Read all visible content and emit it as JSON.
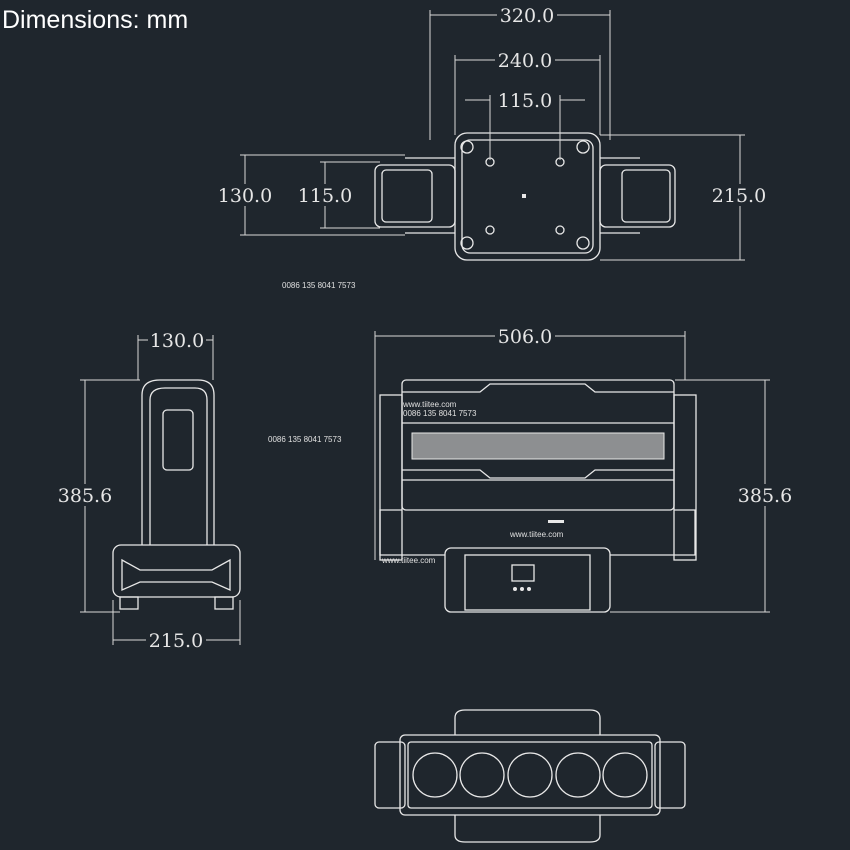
{
  "title": "Dimensions: mm",
  "top_view": {
    "width_outer": "320.0",
    "width_mid": "240.0",
    "width_inner": "115.0",
    "depth_left": "130.0",
    "depth_inner": "115.0",
    "depth_right": "215.0"
  },
  "side_view": {
    "arm_width": "130.0",
    "height": "385.6",
    "base_width": "215.0"
  },
  "front_view": {
    "width": "506.0",
    "height": "385.6"
  },
  "watermarks": {
    "phone": "0086 135 8041 7573",
    "site": "www.tiitee.com"
  },
  "colors": {
    "background": "#1f262d",
    "lines": "#e8e8e8"
  }
}
